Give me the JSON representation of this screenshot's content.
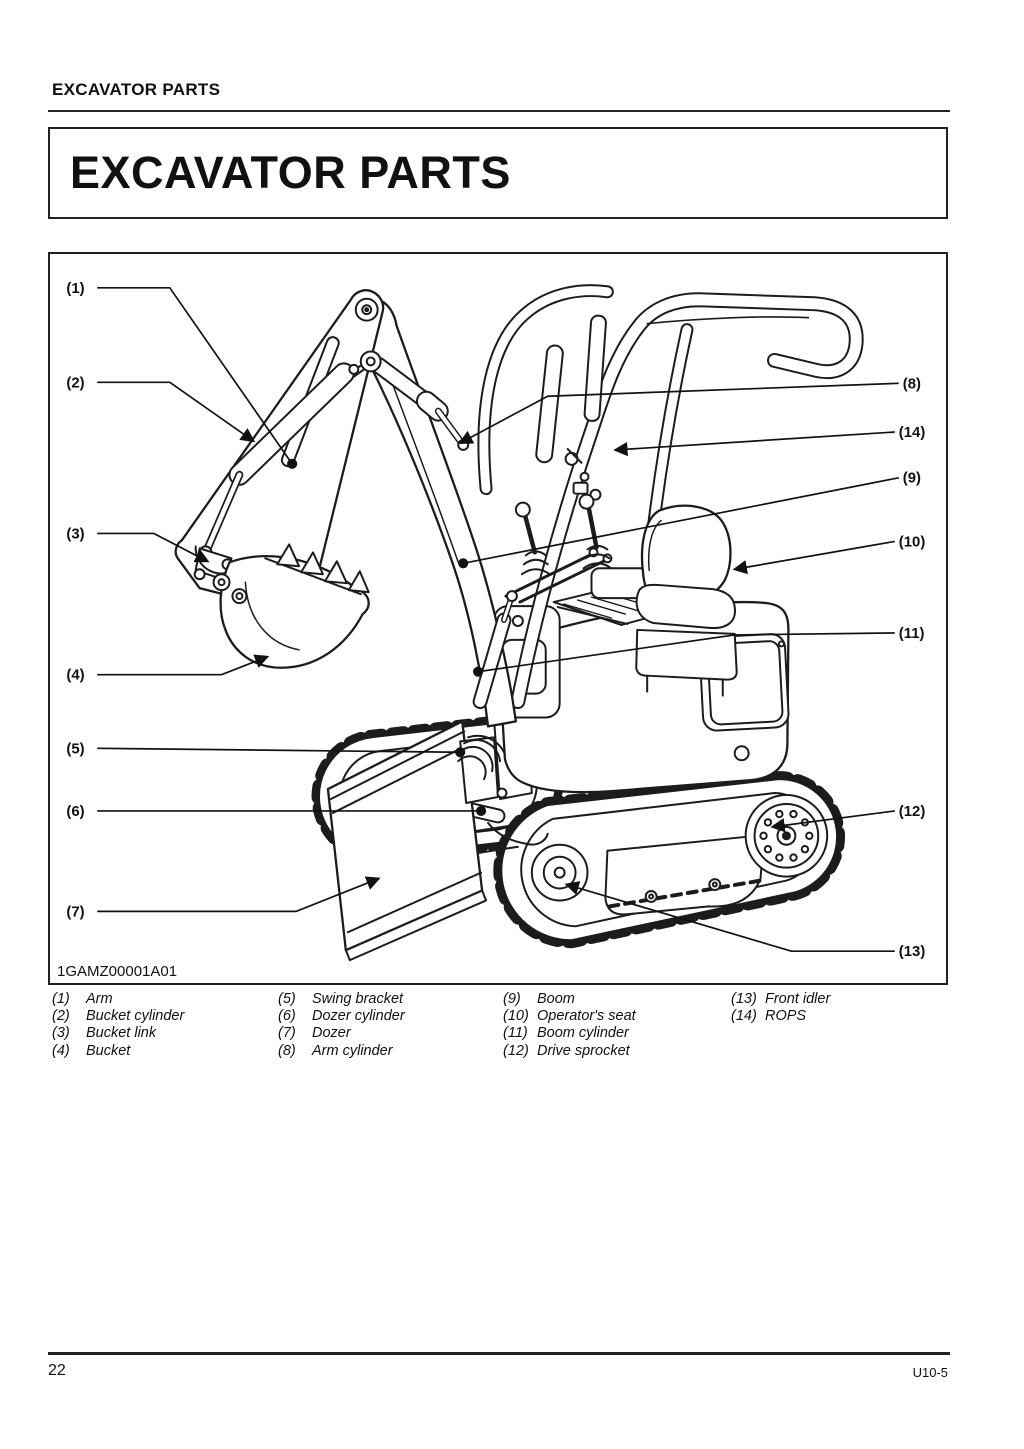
{
  "page": {
    "header_title": "EXCAVATOR PARTS",
    "main_title": "EXCAVATOR PARTS",
    "footer_page": "22",
    "footer_doc": "U10-5"
  },
  "figure": {
    "code": "1GAMZ00001A01",
    "callouts": [
      "(1)",
      "(2)",
      "(3)",
      "(4)",
      "(5)",
      "(6)",
      "(7)",
      "(8)",
      "(9)",
      "(10)",
      "(11)",
      "(12)",
      "(13)",
      "(14)"
    ]
  },
  "legend": {
    "items": [
      {
        "num": "(1)",
        "name": "Arm"
      },
      {
        "num": "(2)",
        "name": "Bucket cylinder"
      },
      {
        "num": "(3)",
        "name": "Bucket link"
      },
      {
        "num": "(4)",
        "name": "Bucket"
      },
      {
        "num": "(5)",
        "name": "Swing bracket"
      },
      {
        "num": "(6)",
        "name": "Dozer cylinder"
      },
      {
        "num": "(7)",
        "name": "Dozer"
      },
      {
        "num": "(8)",
        "name": "Arm cylinder"
      },
      {
        "num": "(9)",
        "name": "Boom"
      },
      {
        "num": "(10)",
        "name": "Operator's seat"
      },
      {
        "num": "(11)",
        "name": "Boom cylinder"
      },
      {
        "num": "(12)",
        "name": "Drive sprocket"
      },
      {
        "num": "(13)",
        "name": "Front idler"
      },
      {
        "num": "(14)",
        "name": "ROPS"
      }
    ]
  }
}
